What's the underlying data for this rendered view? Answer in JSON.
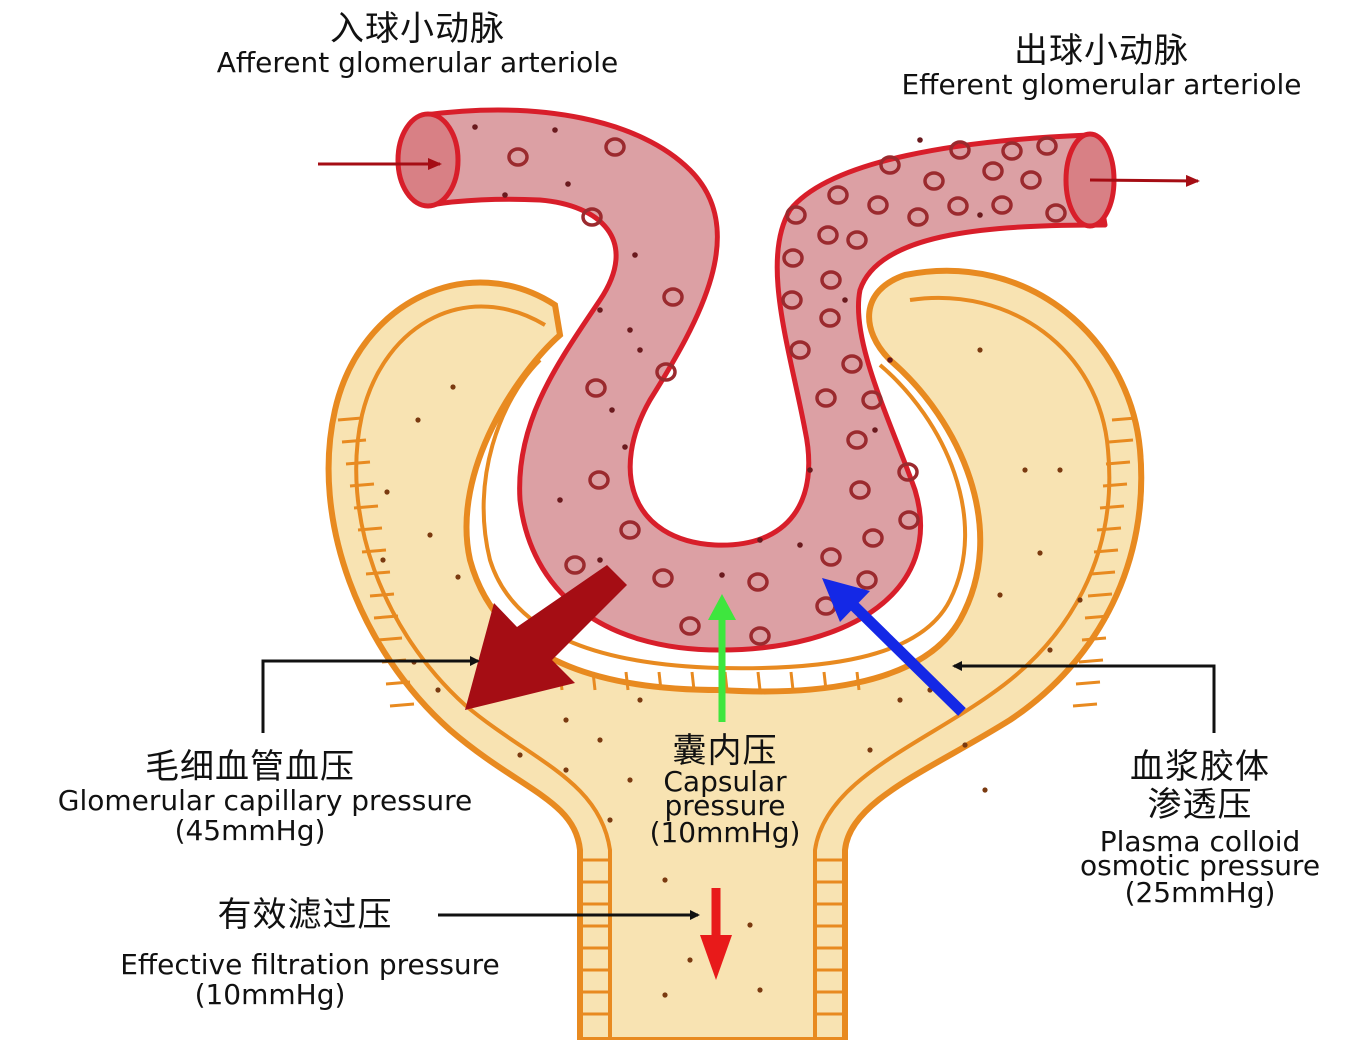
{
  "afferent": {
    "zh": "入球小动脉",
    "en": "Afferent glomerular arteriole"
  },
  "efferent": {
    "zh": "出球小动脉",
    "en": "Efferent glomerular arteriole"
  },
  "capillary_pressure": {
    "zh": "毛细血管血压",
    "en": "Glomerular capillary pressure",
    "value": "(45mmHg)"
  },
  "capsular_pressure": {
    "zh": "囊内压",
    "en_line1": "Capsular",
    "en_line2": "pressure",
    "value": "(10mmHg)"
  },
  "colloid_pressure": {
    "zh_line1": "血浆胶体",
    "zh_line2": "渗透压",
    "en_line1": "Plasma colloid",
    "en_line2": "osmotic pressure",
    "value": "(25mmHg)"
  },
  "effective_pressure": {
    "zh": "有效滤过压",
    "en": "Effective filtration pressure",
    "value": "(10mmHg)"
  },
  "colors": {
    "vessel_fill": "#dca0a4",
    "vessel_stroke": "#d81e2a",
    "cell": "#9b2a2e",
    "capsule_fill": "#f8e3b2",
    "capsule_stroke": "#e88a20",
    "capillary_arrow": "#a50d14",
    "capsular_arrow": "#3ee63e",
    "colloid_arrow": "#1428e6",
    "effective_arrow": "#e81a1a"
  }
}
